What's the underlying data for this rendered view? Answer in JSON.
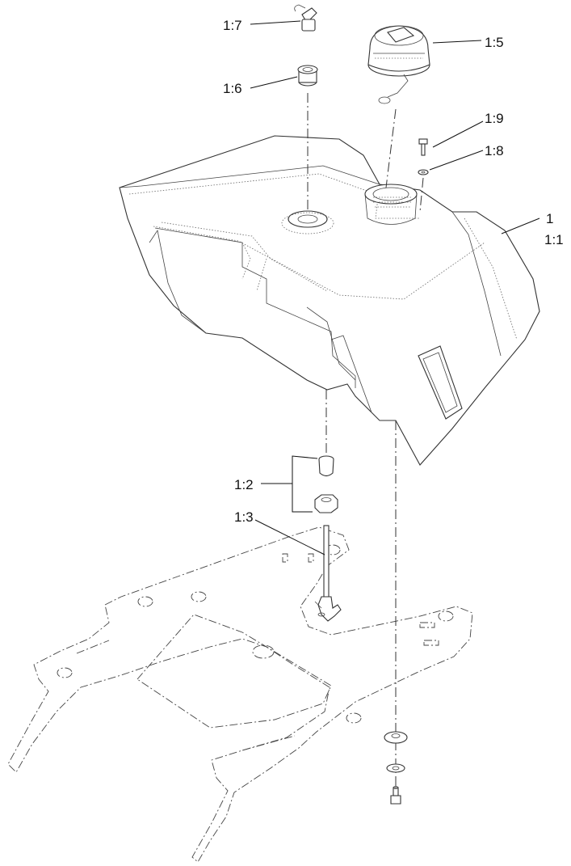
{
  "callouts": {
    "c1_7": "1:7",
    "c1_5": "1:5",
    "c1_6": "1:6",
    "c1_9": "1:9",
    "c1_8": "1:8",
    "c1": "1",
    "c1_1": "1:1",
    "c1_2": "1:2",
    "c1_3": "1:3"
  }
}
